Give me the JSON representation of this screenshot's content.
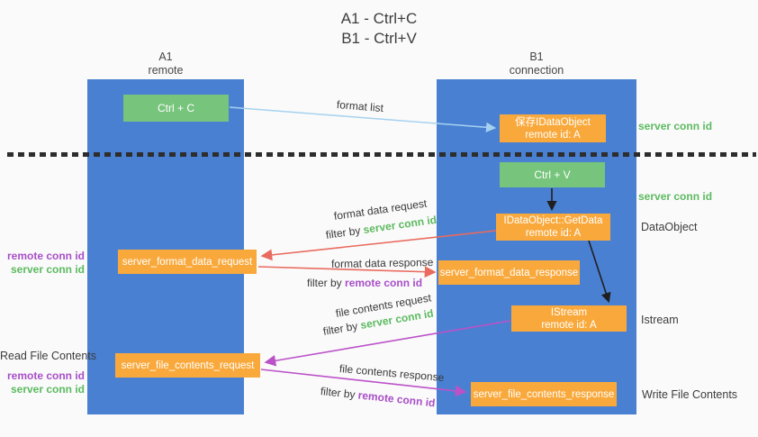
{
  "title": {
    "line1": "A1 - Ctrl+C",
    "line2": "B1 - Ctrl+V"
  },
  "lifelines": {
    "a1": {
      "name": "A1",
      "role": "remote"
    },
    "b1": {
      "name": "B1",
      "role": "connection"
    }
  },
  "nodes": {
    "ctrl_c": {
      "label": "Ctrl + C"
    },
    "save_idataobject": {
      "title": "保存IDataObject",
      "subtitle": "remote id: A"
    },
    "ctrl_v": {
      "label": "Ctrl + V"
    },
    "getdata": {
      "title": "IDataObject::GetData",
      "subtitle": "remote id: A"
    },
    "format_request": {
      "label": "server_format_data_request"
    },
    "format_response": {
      "label": "server_format_data_response"
    },
    "istream": {
      "title": "IStream",
      "subtitle": "remote id: A"
    },
    "file_request": {
      "label": "server_file_contents_request"
    },
    "file_response": {
      "label": "server_file_contents_response"
    }
  },
  "edges": {
    "format_list": {
      "label": "format list"
    },
    "format_request": {
      "label": "format data request",
      "filter_prefix": "filter by",
      "filter_key": "server conn id"
    },
    "format_response": {
      "label": "format data response",
      "filter_prefix": "filter by",
      "filter_key": "remote conn id"
    },
    "file_request": {
      "label": "file contents request",
      "filter_prefix": "filter by",
      "filter_key": "server conn id"
    },
    "file_response": {
      "label": "file contents response",
      "filter_prefix": "filter by",
      "filter_key": "remote conn id"
    }
  },
  "annotations": {
    "right_server_conn_id_top": "server conn id",
    "right_server_conn_id_mid": "server conn id",
    "right_dataobject": "DataObject",
    "right_istream": "Istream",
    "right_write_file": "Write File Contents",
    "left_read_file": "Read File Contents",
    "left_top": {
      "remote": "remote conn id",
      "server": "server conn id"
    },
    "left_bottom": {
      "remote": "remote conn id",
      "server": "server conn id"
    }
  },
  "colors": {
    "lifeline_blue": "#4a80d2",
    "node_green": "#77c47c",
    "node_orange": "#f9a93c",
    "arrow_red": "#e96a5e",
    "arrow_magenta": "#bb52c8",
    "arrow_light_blue": "#a6d2f0",
    "arrow_black": "#1f1f1f",
    "text_green": "#5cba60",
    "text_purple": "#a84fc8",
    "text_dark": "#3a3a3a"
  }
}
